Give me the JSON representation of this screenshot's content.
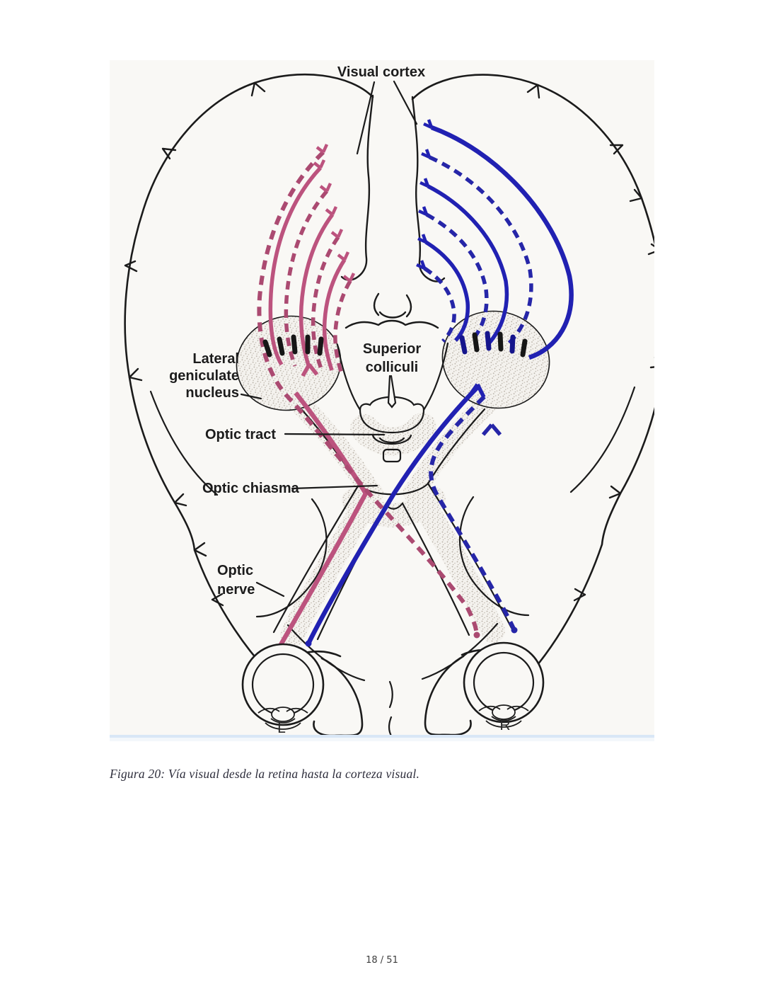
{
  "figure": {
    "labels": {
      "visual_cortex": "Visual cortex",
      "lgn_line1": "Lateral",
      "lgn_line2": "geniculate",
      "lgn_line3": "nucleus",
      "sup_coll_line1": "Superior",
      "sup_coll_line2": "colliculi",
      "optic_tract": "Optic tract",
      "optic_chiasma": "Optic chiasma",
      "optic_nerve_line1": "Optic",
      "optic_nerve_line2": "nerve",
      "left_eye": "L",
      "right_eye": "R"
    },
    "colors": {
      "pathway_pink": "#bc537e",
      "pathway_pink_dashed": "#ab4a71",
      "pathway_blue": "#2121b2",
      "pathway_blue_dashed": "#2626a8",
      "outline_black": "#1b1b1b",
      "figure_background": "#f9f8f5",
      "scan_edge_strip": "#d9e7f6"
    }
  },
  "caption": {
    "text": "Figura 20: Vía visual desde la retina hasta la corteza visual."
  },
  "footer": {
    "page_indicator": "18 / 51"
  }
}
